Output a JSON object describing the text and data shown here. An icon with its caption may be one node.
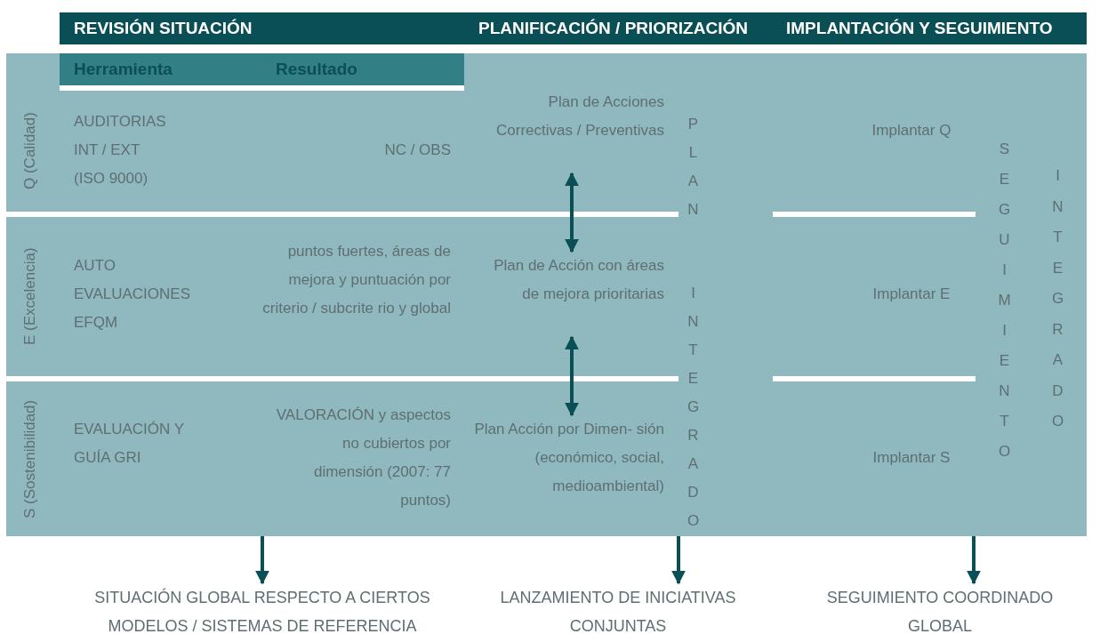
{
  "diagram": {
    "nodes": [
      {
        "text": [
          "REVISIÓN SITUACIÓN",
          "PLANIFICACIÓN / PRIORIZACIÓN",
          "IMPLANTACIÓN Y SEGUIMIENTO"
        ]
      },
      {
        "text": [],
        "shape": "box"
      },
      {
        "text": [
          "Herramienta",
          "Resultado"
        ],
        "in": 1
      },
      {
        "text": [
          "Q (Calidad)",
          "AUDITORIAS INT / EXT (ISO 9000)",
          "NC / OBS"
        ],
        "in": 1
      },
      {
        "text": [
          "Plan de Acciones Correctivas / Preventivas"
        ],
        "in": 1
      },
      {
        "text": [
          "E (Excelencia)",
          "AUTO EVALUACIONES EFQM",
          "puntos fuertes, áreas de mejora y puntuación por criterio / subcrite rio y global"
        ],
        "in": 1
      },
      {
        "text": [
          "Plan de Acción con áreas de mejora prioritarias"
        ],
        "in": 1
      },
      {
        "text": [
          "S (Sostenibilidad)",
          "EVALUACIÓN Y GUÍA GRI",
          "VALORACIÓN y aspectos no cubiertos por dimensión (2007: 77 puntos)"
        ],
        "in": 1
      },
      {
        "text": [
          "Plan Acción por Dimen- sión (económico, social, medioambiental)"
        ],
        "in": 1
      },
      {
        "text": [
          "PLAN INTEGRADO"
        ],
        "in": 1
      },
      {
        "text": [
          "Implantar Q"
        ],
        "in": 1
      },
      {
        "text": [
          "Implantar E"
        ],
        "in": 1
      },
      {
        "text": [
          "Implantar S"
        ],
        "in": 1
      },
      {
        "text": [
          "SEGUIMIENTO"
        ],
        "in": 1
      },
      {
        "text": [
          "INTEGRADO"
        ],
        "in": 1
      },
      {
        "text": [
          "SITUACIÓN GLOBAL RESPECTO A CIERTOS MODELOS / SISTEMAS DE REFERENCIA"
        ]
      },
      {
        "text": [
          "LANZAMIENTO DE INICIATIVAS CONJUNTAS"
        ]
      },
      {
        "text": [
          "SEGUIMIENTO COORDINADO GLOBAL"
        ]
      }
    ],
    "edges": [
      {
        "from": 4,
        "to": 6,
        "arrow": "both"
      },
      {
        "from": 6,
        "to": 8,
        "arrow": "both"
      },
      {
        "from": 1,
        "to": 15,
        "arrow": "to"
      },
      {
        "from": 1,
        "to": 16,
        "arrow": "to"
      },
      {
        "from": 1,
        "to": 17,
        "arrow": "to"
      }
    ]
  }
}
